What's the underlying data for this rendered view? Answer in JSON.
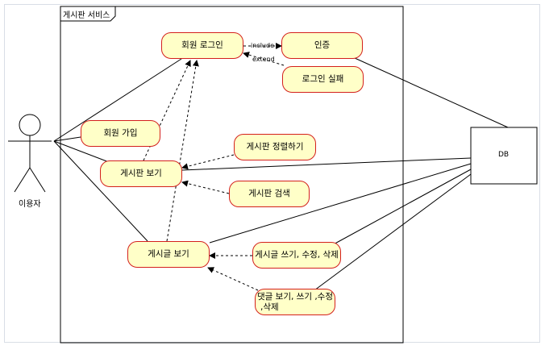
{
  "diagram": {
    "system_name": "게시판 서비스",
    "actor": "이용자",
    "db": "DB",
    "use_cases": {
      "login": "회원 로그인",
      "auth": "인증",
      "login_fail": "로그인 실패",
      "signup": "회원 가입",
      "board_view": "게시판 보기",
      "board_sort": "게시판 정렬하기",
      "board_search": "게시판 검색",
      "post_view": "게시글 보기",
      "post_write": "게시글 쓰기, 수정, 삭제",
      "comment_line1": "댓글 보기, 쓰기 ,수정",
      "comment_line2": ",삭제"
    },
    "relations": {
      "include": "include",
      "extend": "extend"
    }
  },
  "colors": {
    "usecase_fill": "#ffffc8",
    "usecase_border": "#d4201c"
  }
}
